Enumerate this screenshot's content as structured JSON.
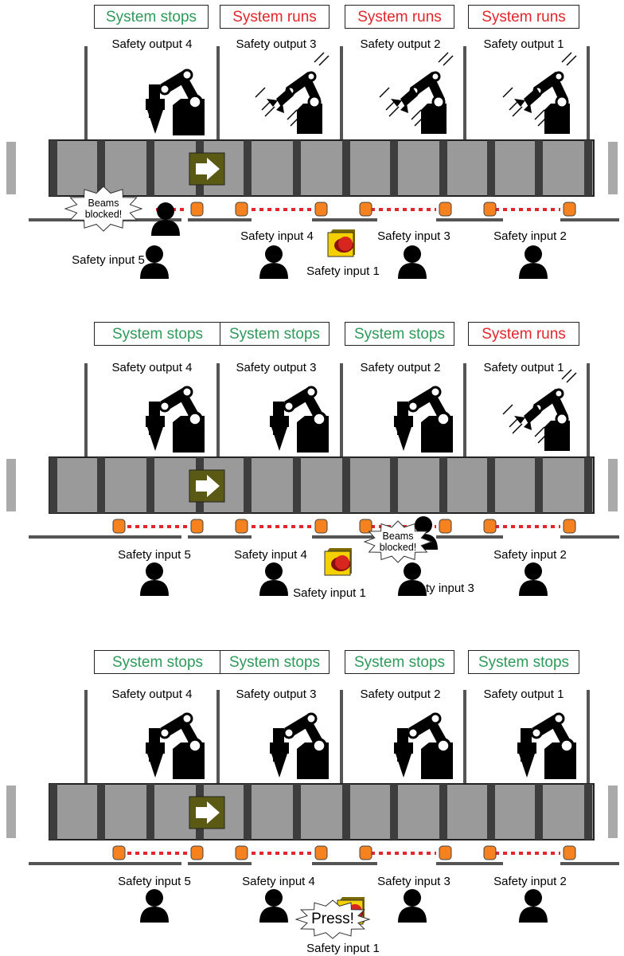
{
  "panels": [
    {
      "status": [
        {
          "text": "System stops",
          "state": "stops"
        },
        {
          "text": "System runs",
          "state": "runs"
        },
        {
          "text": "System runs",
          "state": "runs"
        },
        {
          "text": "System runs",
          "state": "runs"
        }
      ],
      "outputs": [
        "Safety output 4",
        "Safety output 3",
        "Safety output 2",
        "Safety output 1"
      ],
      "inputs": {
        "in5": "Safety input 5",
        "in4": "Safety input 4",
        "in3": "Safety input 3",
        "in2": "Safety input 2",
        "in1": "Safety input 1"
      },
      "event": "Beams\nblocked!"
    },
    {
      "status": [
        {
          "text": "System stops",
          "state": "stops"
        },
        {
          "text": "System stops",
          "state": "stops"
        },
        {
          "text": "System stops",
          "state": "stops"
        },
        {
          "text": "System runs",
          "state": "runs"
        }
      ],
      "outputs": [
        "Safety output 4",
        "Safety output 3",
        "Safety output 2",
        "Safety output 1"
      ],
      "inputs": {
        "in5": "Safety input 5",
        "in4": "Safety input 4",
        "in3": "Safety input 3",
        "in2": "Safety input 2",
        "in1": "Safety input 1"
      },
      "event": "Beams\nblocked!"
    },
    {
      "status": [
        {
          "text": "System stops",
          "state": "stops"
        },
        {
          "text": "System stops",
          "state": "stops"
        },
        {
          "text": "System stops",
          "state": "stops"
        },
        {
          "text": "System stops",
          "state": "stops"
        }
      ],
      "outputs": [
        "Safety output 4",
        "Safety output 3",
        "Safety output 2",
        "Safety output 1"
      ],
      "inputs": {
        "in5": "Safety input 5",
        "in4": "Safety input 4",
        "in3": "Safety input 3",
        "in2": "Safety input 2",
        "in1": "Safety input 1"
      },
      "event": "Press!"
    }
  ],
  "colors": {
    "stops": "#2e9a5a",
    "runs": "#e3262b",
    "conveyor": "#9a9a9a",
    "roller": "#3d3d3d",
    "sensor": "#f5821f",
    "beam": "#e3262b",
    "arrow_box": "#5a5a14",
    "button_housing": "#f5d000",
    "button": "#d7261e"
  },
  "icons": [
    "robot-arm-icon",
    "person-icon",
    "emergency-stop-icon",
    "arrow-right-icon",
    "starburst-icon"
  ]
}
